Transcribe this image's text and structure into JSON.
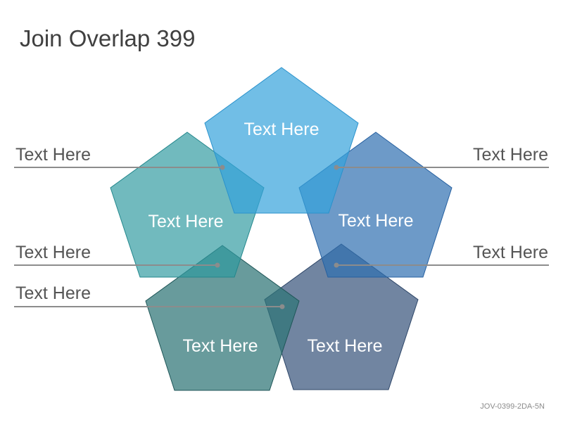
{
  "title": "Join Overlap 399",
  "footer_code": "JOV-0399-2DA-5N",
  "pentagons": [
    {
      "label": "Text Here",
      "color": "#5AB4E2"
    },
    {
      "label": "Text Here",
      "color": "#5BAFB4"
    },
    {
      "label": "Text Here",
      "color": "#5A8EC4"
    },
    {
      "label": "Text Here",
      "color": "#4F8A8C"
    },
    {
      "label": "Text Here",
      "color": "#566F93"
    }
  ],
  "callouts": [
    {
      "label": "Text Here"
    },
    {
      "label": "Text Here"
    },
    {
      "label": "Text Here"
    },
    {
      "label": "Text Here"
    },
    {
      "label": "Text Here"
    }
  ],
  "colors": {
    "title": "#404040",
    "callout_line": "#8C8C8C",
    "callout_text": "#555555"
  }
}
